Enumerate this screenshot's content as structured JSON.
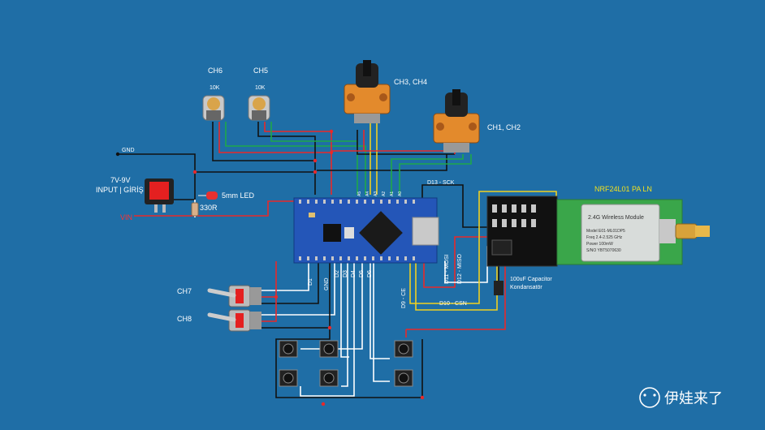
{
  "labels": {
    "ch6": "CH6",
    "ch5": "CH5",
    "pot1_value": "10K",
    "pot2_value": "10K",
    "ch3_ch4": "CH3, CH4",
    "ch1_ch2": "CH1, CH2",
    "gnd": "GND",
    "input_v": "7V-9V",
    "input_text": "INPUT | GİRİŞ",
    "vin": "VIN",
    "led": "5mm LED",
    "resistor": "330R",
    "ch7": "CH7",
    "ch8": "CH8",
    "d13": "D13 - SCK",
    "d11": "D11 - MOSI",
    "d12": "D12 - MISO",
    "d9": "D9 - CE",
    "d10": "D10 - CSN",
    "d1": "D1",
    "gnd_vert": "GND",
    "d2": "D2",
    "d3": "D3",
    "d4": "D4",
    "d5": "D5",
    "d6": "D6",
    "a5": "A5",
    "a4": "A4",
    "a3": "A3",
    "a2": "A2",
    "a1": "A1",
    "a0": "A0",
    "capacitor_1": "100uF Capacitor",
    "capacitor_2": "Kondansatör",
    "module_title": "NRF24L01 PA LN",
    "module_chip_title": "2.4G Wireless Module",
    "module_spec_model": "Model   E01-ML01DP5",
    "module_spec_freq": "Freq    2.4-2.525 GHz",
    "module_spec_power": "Power   100mW",
    "module_spec_sn": "S/NO    YBT5070630",
    "watermark": "伊娃来了"
  },
  "colors": {
    "background": "#1f6ea6",
    "wire_red": "#e8282a",
    "wire_black": "#111111",
    "wire_white": "#ffffff",
    "wire_green": "#1ea84a",
    "wire_yellow": "#f0d020",
    "board_blue": "#2456b8",
    "module_green": "#3aa64a"
  }
}
